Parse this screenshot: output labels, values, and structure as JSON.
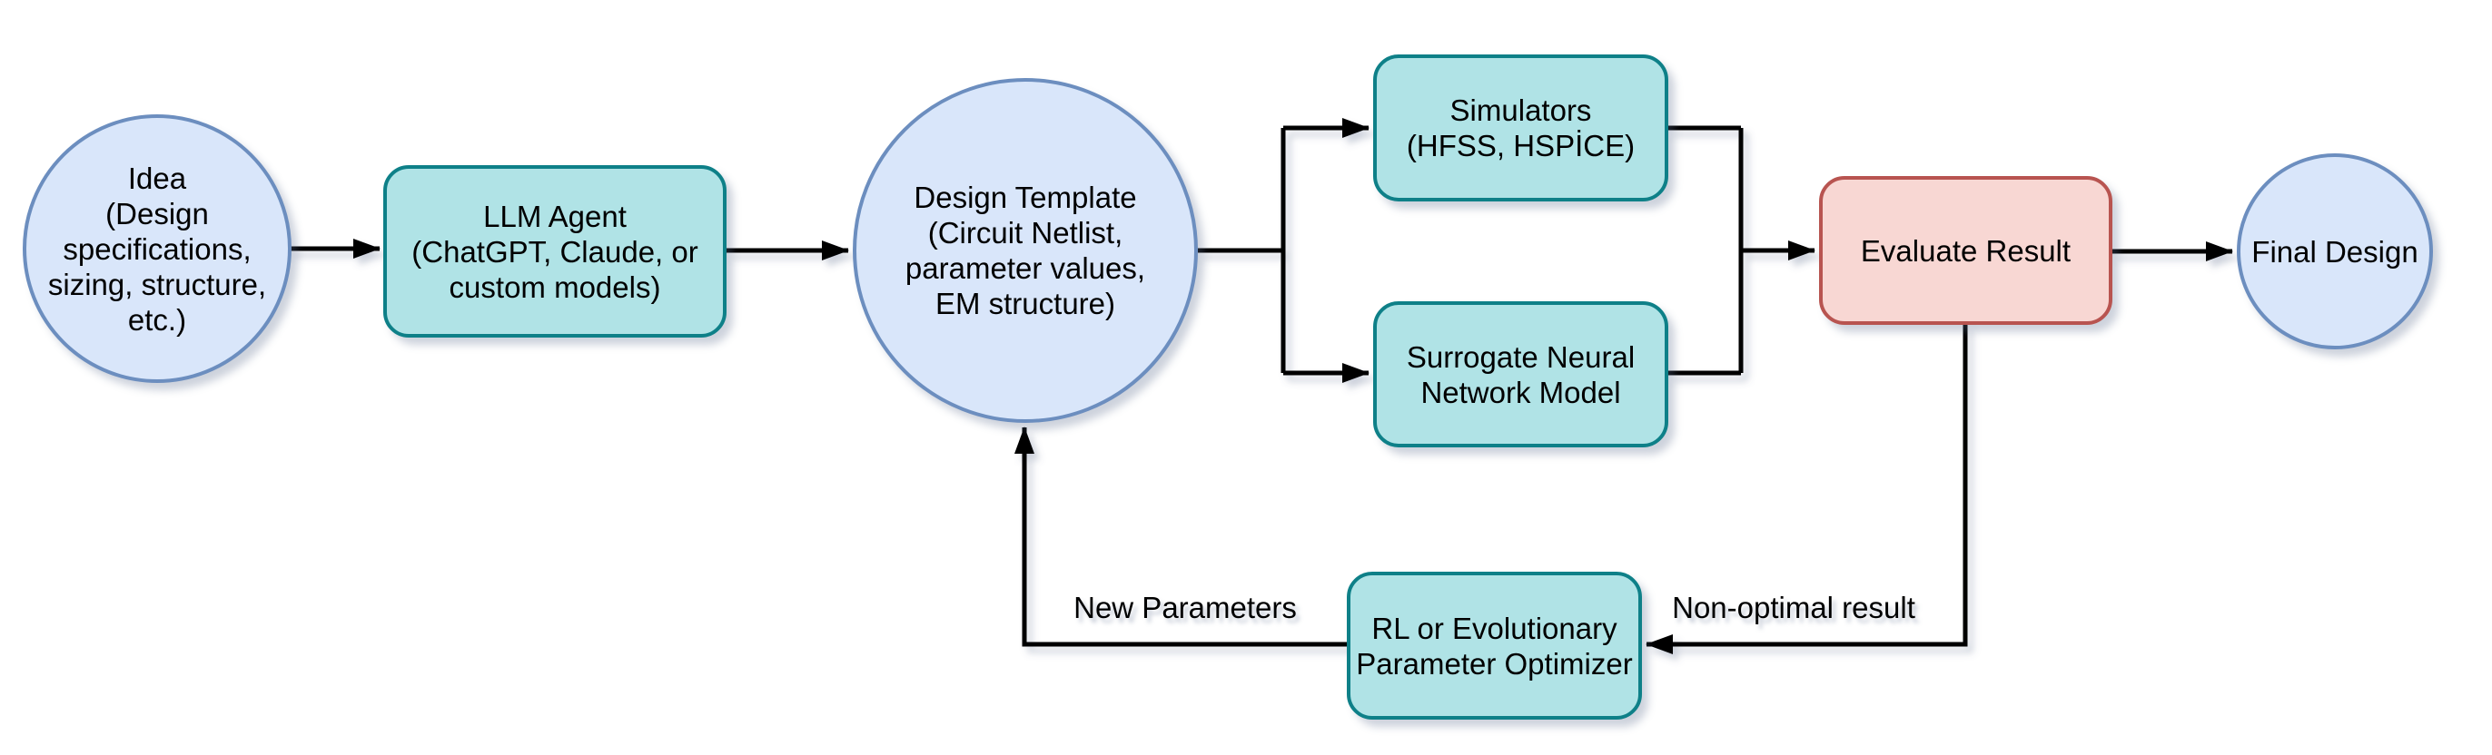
{
  "diagram": {
    "type": "flowchart",
    "background": "#ffffff",
    "colors": {
      "node_blue_fill": "#d9e6fa",
      "node_blue_stroke": "#6c8ebf",
      "node_teal_fill": "#b0e3e6",
      "node_teal_stroke": "#0e8088",
      "node_red_fill": "#f8d7d3",
      "node_red_stroke": "#b85450",
      "edge_color": "#000000",
      "text_color": "#000000"
    },
    "nodes": [
      {
        "id": "idea",
        "shape": "circle",
        "color": "blue",
        "label": "Idea\n(Design\nspecifications,\nsizing, structure,\netc.)"
      },
      {
        "id": "llm-agent",
        "shape": "rounded-rect",
        "color": "teal",
        "label": "LLM Agent\n(ChatGPT, Claude, or\ncustom models)"
      },
      {
        "id": "design-template",
        "shape": "circle",
        "color": "blue",
        "label": "Design Template\n(Circuit Netlist,\nparameter values,\nEM structure)"
      },
      {
        "id": "simulators",
        "shape": "rounded-rect",
        "color": "teal",
        "label": "Simulators\n(HFSS, HSPİCE)"
      },
      {
        "id": "surrogate-nn",
        "shape": "rounded-rect",
        "color": "teal",
        "label": "Surrogate Neural\nNetwork Model"
      },
      {
        "id": "evaluate-result",
        "shape": "rounded-rect",
        "color": "red",
        "label": "Evaluate Result"
      },
      {
        "id": "final-design",
        "shape": "circle",
        "color": "blue",
        "label": "Final Design"
      },
      {
        "id": "parameter-optimizer",
        "shape": "rounded-rect",
        "color": "teal",
        "label": "RL or Evolutionary\nParameter Optimizer"
      }
    ],
    "edge_labels": [
      {
        "id": "new-parameters",
        "text": "New Parameters"
      },
      {
        "id": "non-optimal-result",
        "text": "Non-optimal result"
      }
    ],
    "edges": [
      {
        "from": "idea",
        "to": "llm-agent"
      },
      {
        "from": "llm-agent",
        "to": "design-template"
      },
      {
        "from": "design-template",
        "to": "simulators"
      },
      {
        "from": "design-template",
        "to": "surrogate-nn"
      },
      {
        "from": "simulators",
        "to": "evaluate-result"
      },
      {
        "from": "surrogate-nn",
        "to": "evaluate-result"
      },
      {
        "from": "evaluate-result",
        "to": "final-design"
      },
      {
        "from": "evaluate-result",
        "to": "parameter-optimizer",
        "label": "Non-optimal result"
      },
      {
        "from": "parameter-optimizer",
        "to": "design-template",
        "label": "New Parameters"
      }
    ]
  }
}
